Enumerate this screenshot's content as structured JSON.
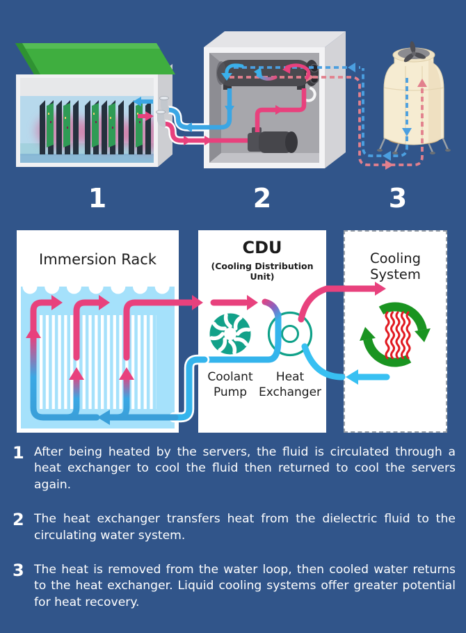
{
  "header_numbers": [
    "1",
    "2",
    "3"
  ],
  "boxes": {
    "immersion_rack": {
      "title": "Immersion Rack"
    },
    "cdu": {
      "title": "CDU",
      "subtitle": "(Cooling Distribution Unit)",
      "coolant_pump_label": "Coolant Pump",
      "heat_exchanger_label": "Heat Exchanger"
    },
    "cooling_system": {
      "title": "Cooling System"
    }
  },
  "notes": [
    {
      "number": "1",
      "text": "After being heated by the servers, the fluid is circulated through a heat exchanger to cool the fluid then returned to cool the servers again."
    },
    {
      "number": "2",
      "text": "The heat exchanger transfers heat from the dielectric fluid to the circulating water system."
    },
    {
      "number": "3",
      "text": "The heat is removed from the water loop, then cooled water returns to the heat exchanger. Liquid cooling systems offer greater potential for heat recovery."
    }
  ],
  "icons": {
    "coolant_pump": "coolant-pump-icon",
    "heat_exchanger": "heat-exchanger-icon",
    "heat_cycle": "heat-cycle-icon",
    "heat_waves": "heat-waves-icon",
    "cooling_fan": "cooling-fan-icon"
  },
  "colors": {
    "background": "#31558a",
    "hot_fluid_pink": "#e8417d",
    "hot_water_dashed_pink": "#e2808d",
    "cold_fluid_blue": "#3aa8e4",
    "cold_water_cyan": "#38c0f2",
    "pump_teal": "#12a189",
    "cycle_green": "#1a9421",
    "heat_red": "#e11b22",
    "lid_green": "#3fae3f",
    "tower_cream": "#f6ecd2"
  }
}
